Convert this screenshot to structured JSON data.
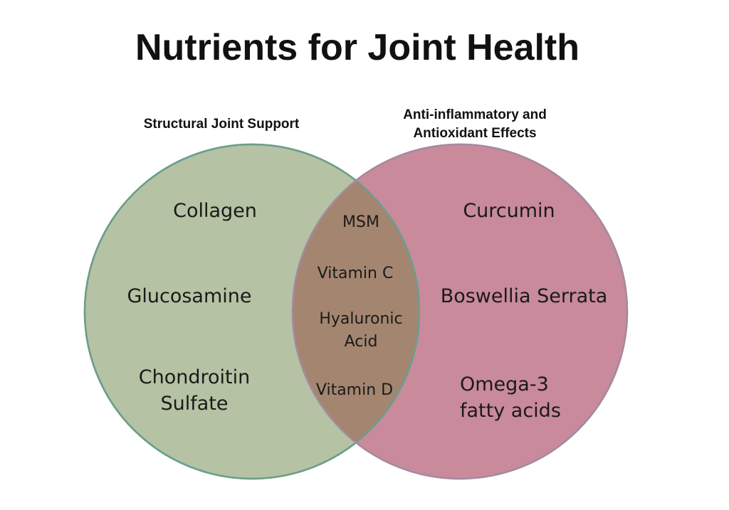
{
  "title": "Nutrients for Joint Health",
  "colors": {
    "left_fill": "#b5c2a3",
    "left_stroke": "#6a9e8c",
    "right_fill": "#c98a9b",
    "right_stroke": "#a58aa0",
    "overlap_fill": "#a48670"
  },
  "sets": {
    "left": {
      "label": "Structural Joint Support",
      "items": [
        [
          "Collagen"
        ],
        [
          "Glucosamine"
        ],
        [
          "Chondroitin",
          "Sulfate"
        ]
      ]
    },
    "right": {
      "label_lines": [
        "Anti-inflammatory and",
        "Antioxidant Effects"
      ],
      "items": [
        [
          "Curcumin"
        ],
        [
          "Boswellia Serrata"
        ],
        [
          "Omega-3",
          "fatty acids"
        ]
      ]
    },
    "overlap": {
      "items": [
        [
          "MSM"
        ],
        [
          "Vitamin C"
        ],
        [
          "Hyaluronic",
          "Acid"
        ],
        [
          "Vitamin D"
        ]
      ]
    }
  }
}
